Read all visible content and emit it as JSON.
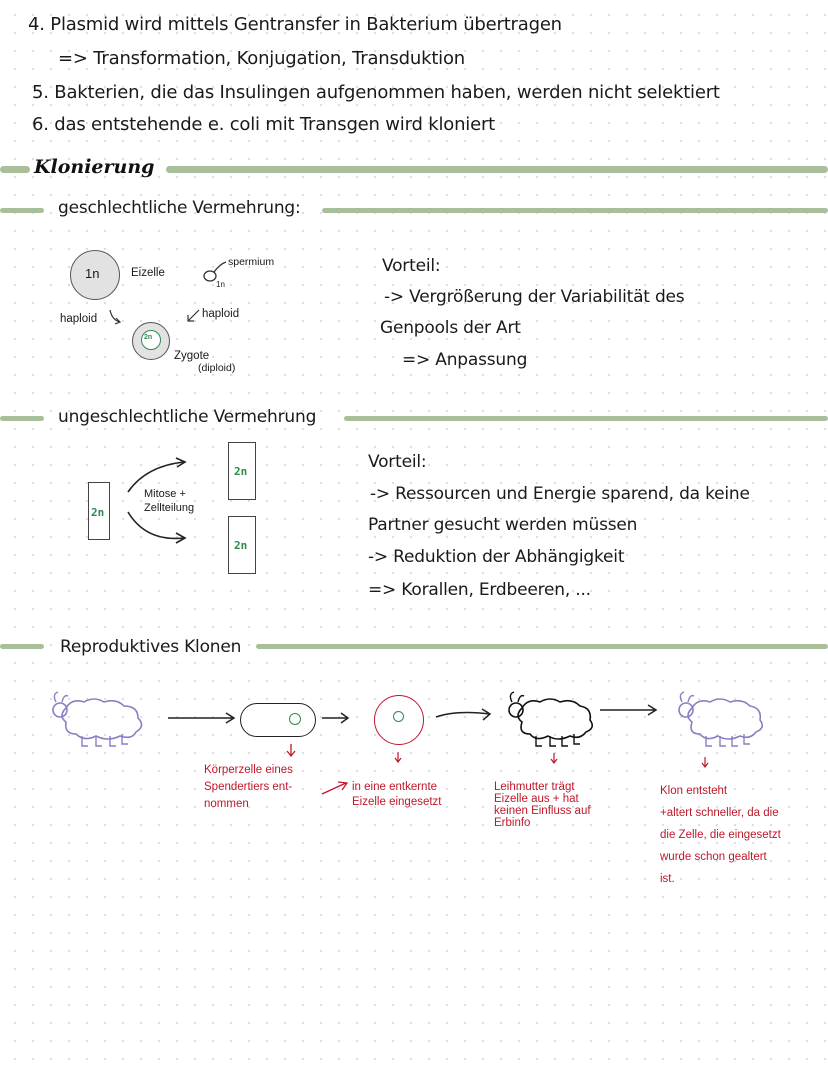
{
  "steps": [
    {
      "text": "4. Plasmid wird mittels Gentransfer in Bakterium übertragen"
    },
    {
      "text": "=> Transformation, Konjugation, Transduktion"
    },
    {
      "text": "5. Bakterien, die das Insulingen aufgenommen haben, werden nicht selektiert"
    },
    {
      "text": "6. das entstehende e. coli mit Transgen wird kloniert"
    }
  ],
  "section_title": "Klonierung",
  "sexual": {
    "title": "geschlechtliche Vermehrung:",
    "egg_label": "1n",
    "egg_text": "Eizelle",
    "sperm_text": "spermium",
    "sperm_ploidy": "1n",
    "haploid_left": "haploid",
    "haploid_right": "haploid",
    "zygote_label": "2n",
    "zygote_text": "Zygote",
    "zygote_ploidy": "(diploid)",
    "advantage_title": "Vorteil:",
    "advantage_lines": [
      "-> Vergrößerung der Variabilität des",
      "Genpools der Art",
      "=> Anpassung"
    ]
  },
  "asexual": {
    "title": "ungeschlechtliche Vermehrung",
    "cell_label": "2n",
    "mitosis_line1": "Mitose +",
    "mitosis_line2": "Zellteilung",
    "daughter_top": "2n",
    "daughter_bottom": "2n",
    "advantage_title": "Vorteil:",
    "advantage_lines": [
      "-> Ressourcen und Energie sparend, da keine",
      "Partner gesucht werden müssen",
      "-> Reduktion der Abhängigkeit",
      "=> Korallen, Erdbeeren, ..."
    ]
  },
  "cloning": {
    "title": "Reproduktives Klonen",
    "note1": [
      "Körperzelle eines",
      "Spendertiers ent-",
      "nommen"
    ],
    "note2": [
      "in eine entkernte",
      "Eizelle eingesetzt"
    ],
    "note3": [
      "Leihmutter trägt",
      "Eizelle aus + hat",
      "keinen Einfluss auf",
      "Erbinfo"
    ],
    "note4": [
      "Klon entsteht",
      "+altert schneller, da die",
      "die Zelle, die eingesetzt",
      "wurde schon gealtert",
      "ist."
    ]
  },
  "colors": {
    "bar": "#a9bf9a",
    "purple": "#8b7fc4",
    "red": "#c0182a",
    "green": "#2f8a4e"
  }
}
